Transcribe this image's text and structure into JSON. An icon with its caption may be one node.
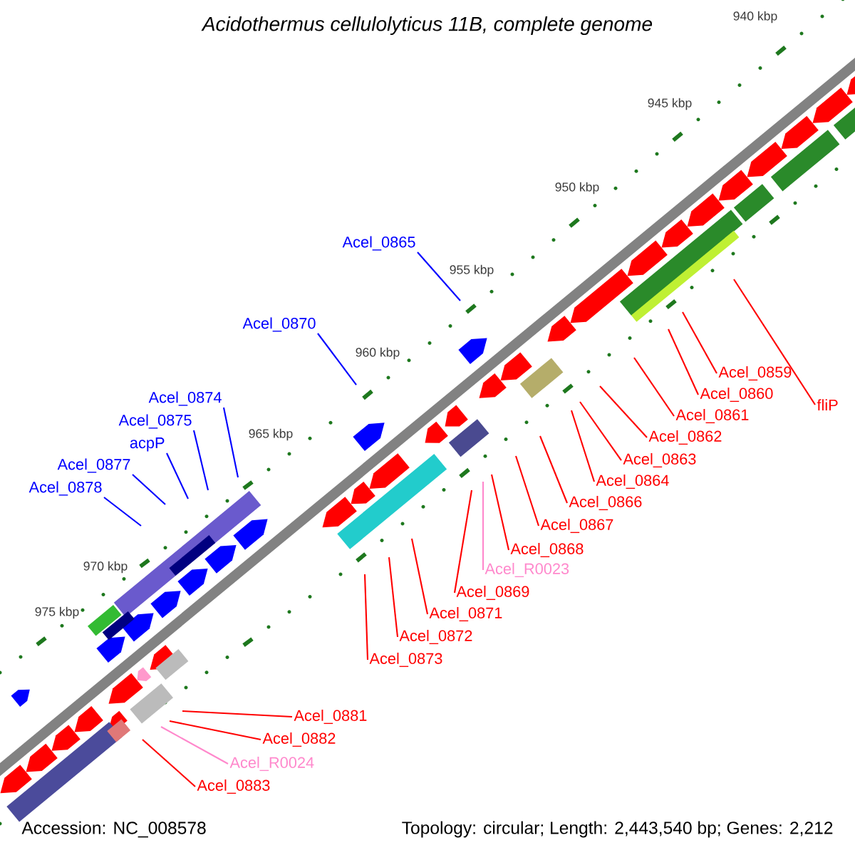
{
  "diagram": {
    "title": "Acidothermus cellulolyticus 11B, complete genome",
    "nodes": [
      {
        "text": [
          "Acel_0865"
        ]
      },
      {
        "text": [
          "Acel_0870"
        ]
      },
      {
        "text": [
          "Acel_0874"
        ]
      },
      {
        "text": [
          "Acel_0875"
        ]
      },
      {
        "text": [
          "acpP"
        ]
      },
      {
        "text": [
          "Acel_0877"
        ]
      },
      {
        "text": [
          "Acel_0878"
        ]
      },
      {
        "text": [
          "Acel_0859"
        ]
      },
      {
        "text": [
          "fliP"
        ]
      },
      {
        "text": [
          "Acel_0860"
        ]
      },
      {
        "text": [
          "Acel_0861"
        ]
      },
      {
        "text": [
          "Acel_0862"
        ]
      },
      {
        "text": [
          "Acel_0863"
        ]
      },
      {
        "text": [
          "Acel_0864"
        ]
      },
      {
        "text": [
          "Acel_0866"
        ]
      },
      {
        "text": [
          "Acel_0867"
        ]
      },
      {
        "text": [
          "Acel_0868"
        ]
      },
      {
        "text": [
          "Acel_R0023"
        ]
      },
      {
        "text": [
          "Acel_0869"
        ]
      },
      {
        "text": [
          "Acel_0871"
        ]
      },
      {
        "text": [
          "Acel_0872"
        ]
      },
      {
        "text": [
          "Acel_0873"
        ]
      },
      {
        "text": [
          "Acel_0881"
        ]
      },
      {
        "text": [
          "Acel_0882"
        ]
      },
      {
        "text": [
          "Acel_R0024"
        ]
      },
      {
        "text": [
          "Acel_0883"
        ]
      }
    ],
    "edges": [
      {
        "from": 0,
        "to": null,
        "arrow": "none",
        "color": "#0000ff"
      },
      {
        "from": 1,
        "to": null,
        "arrow": "none",
        "color": "#0000ff"
      },
      {
        "from": 2,
        "to": null,
        "arrow": "none",
        "color": "#0000ff"
      },
      {
        "from": 3,
        "to": null,
        "arrow": "none",
        "color": "#0000ff"
      },
      {
        "from": 4,
        "to": null,
        "arrow": "none",
        "color": "#0000ff"
      },
      {
        "from": 5,
        "to": null,
        "arrow": "none",
        "color": "#0000ff"
      },
      {
        "from": 6,
        "to": null,
        "arrow": "none",
        "color": "#0000ff"
      },
      {
        "from": 7,
        "to": null,
        "arrow": "none"
      },
      {
        "from": 8,
        "to": null,
        "arrow": "none"
      },
      {
        "from": 9,
        "to": null,
        "arrow": "none"
      },
      {
        "from": 10,
        "to": null,
        "arrow": "none"
      },
      {
        "from": 11,
        "to": null,
        "arrow": "none"
      },
      {
        "from": 12,
        "to": null,
        "arrow": "none"
      },
      {
        "from": 13,
        "to": null,
        "arrow": "none"
      },
      {
        "from": 14,
        "to": null,
        "arrow": "none"
      },
      {
        "from": 15,
        "to": null,
        "arrow": "none"
      },
      {
        "from": 16,
        "to": null,
        "arrow": "none"
      },
      {
        "from": 17,
        "to": null,
        "arrow": "none",
        "color": "#ff88cc"
      },
      {
        "from": 18,
        "to": null,
        "arrow": "none"
      },
      {
        "from": 19,
        "to": null,
        "arrow": "none"
      },
      {
        "from": 20,
        "to": null,
        "arrow": "none"
      },
      {
        "from": 21,
        "to": null,
        "arrow": "none"
      },
      {
        "from": 22,
        "to": null,
        "arrow": "none"
      },
      {
        "from": 23,
        "to": null,
        "arrow": "none"
      },
      {
        "from": 24,
        "to": null,
        "arrow": "none",
        "color": "#ff88cc"
      },
      {
        "from": 25,
        "to": null,
        "arrow": "none"
      }
    ],
    "labels": [
      "940 kbp",
      "945 kbp",
      "950 kbp",
      "955 kbp",
      "960 kbp",
      "965 kbp",
      "970 kbp",
      "975 kbp",
      "Accession: NC_008578",
      "Topology: circular; Length: 2,443,540 bp; Genes: 2,212"
    ]
  }
}
